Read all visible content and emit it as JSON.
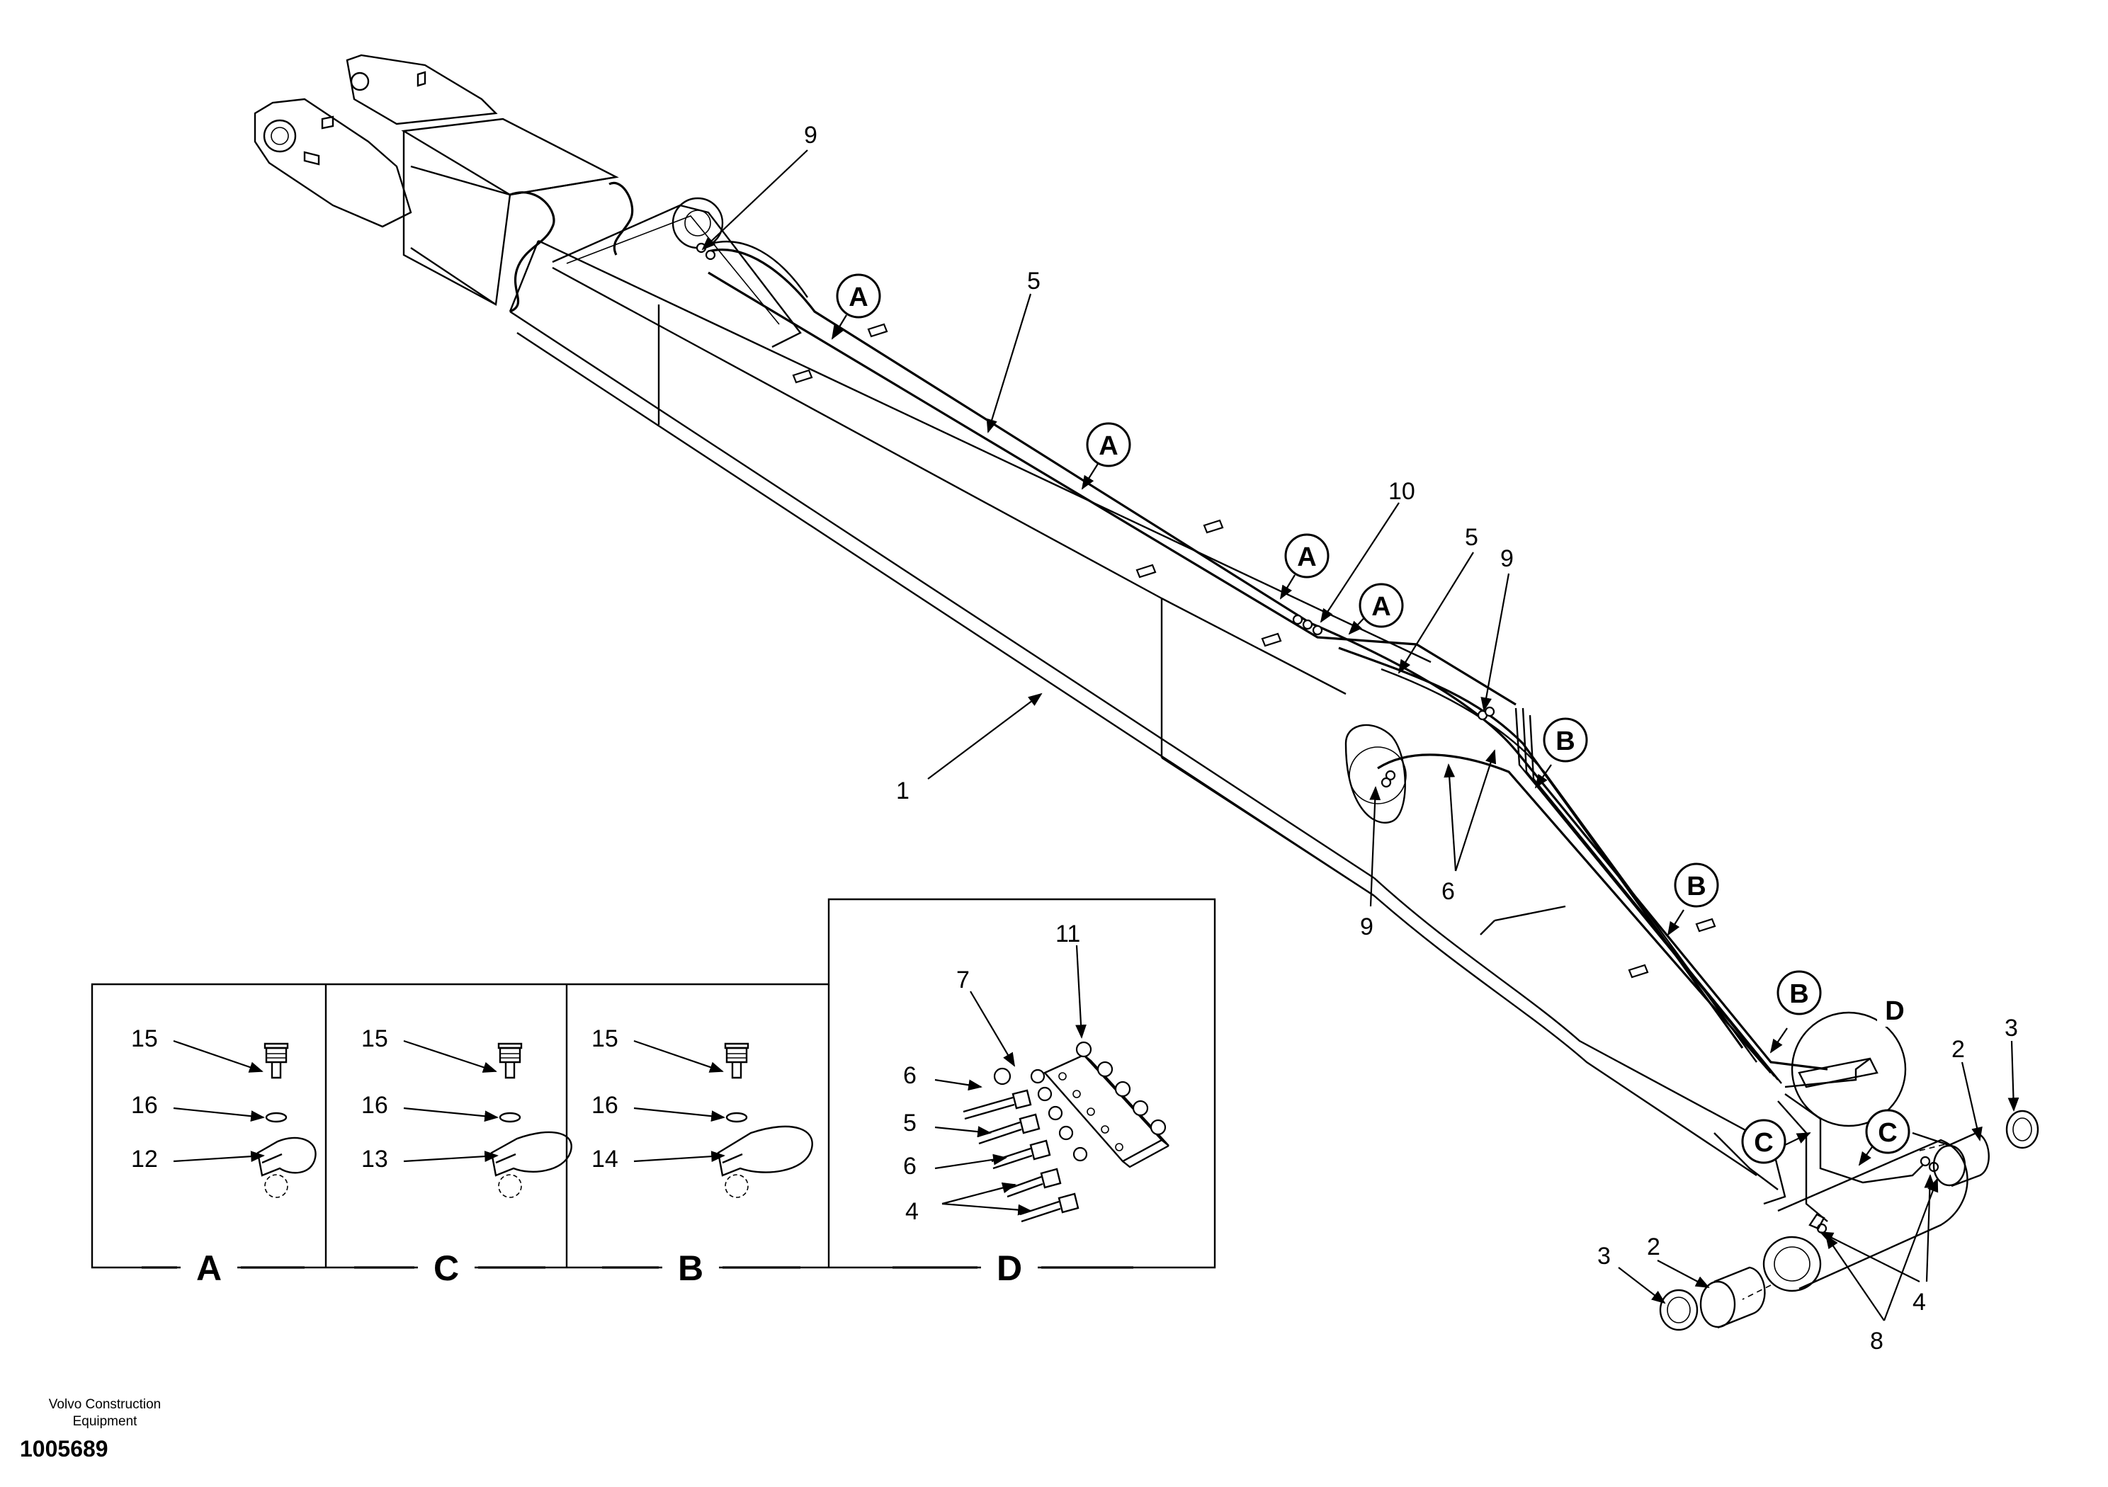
{
  "footer": {
    "company_line1": "Volvo Construction",
    "company_line2": "Equipment",
    "drawing_number": "1005689"
  },
  "callouts": {
    "c1": "1",
    "c2": "2",
    "c3": "3",
    "c4": "4",
    "c5": "5",
    "c6": "6",
    "c7": "7",
    "c8": "8",
    "c9": "9",
    "c10": "10",
    "c11": "11",
    "c12": "12",
    "c13": "13",
    "c14": "14",
    "c15": "15",
    "c16": "16"
  },
  "refs": {
    "A": "A",
    "B": "B",
    "C": "C",
    "D": "D"
  },
  "panels": [
    "A",
    "C",
    "B",
    "D"
  ]
}
